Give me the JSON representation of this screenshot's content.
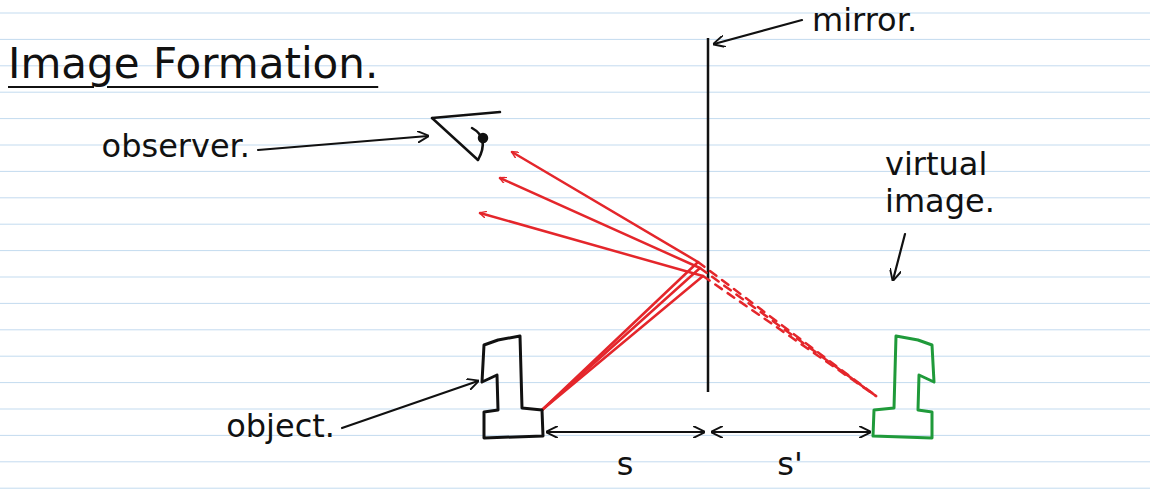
{
  "diagram": {
    "title": "Image Formation.",
    "labels": [
      "mirror.",
      "observer.",
      "virtual image.",
      "object.",
      "s",
      "s'"
    ]
  }
}
